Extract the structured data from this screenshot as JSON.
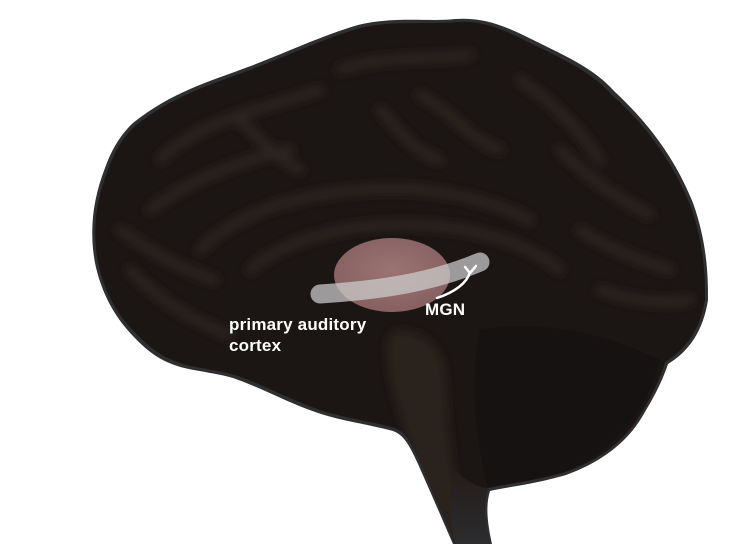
{
  "diagram": {
    "view": "midsagittal brain",
    "colors": {
      "background": "#ffffff",
      "brain_fill": "#1b1514",
      "brain_fold": "#2b2220",
      "brain_rim": "#2d2f30",
      "thalamus_fill": "#9a7272",
      "pathway_fill": "#c9c9c9",
      "label_text": "#ffffff"
    },
    "labels": {
      "primary_auditory_cortex_line1": "primary auditory",
      "primary_auditory_cortex_line2": "cortex",
      "mgn": "MGN"
    },
    "structures": [
      {
        "name": "thalamus",
        "shape": "ellipse",
        "color": "#9a7272"
      },
      {
        "name": "auditory-pathway",
        "shape": "rounded-bar",
        "color": "#c9c9c9"
      },
      {
        "name": "mgn-pointer",
        "shape": "curved-line",
        "color": "#ffffff"
      }
    ]
  }
}
